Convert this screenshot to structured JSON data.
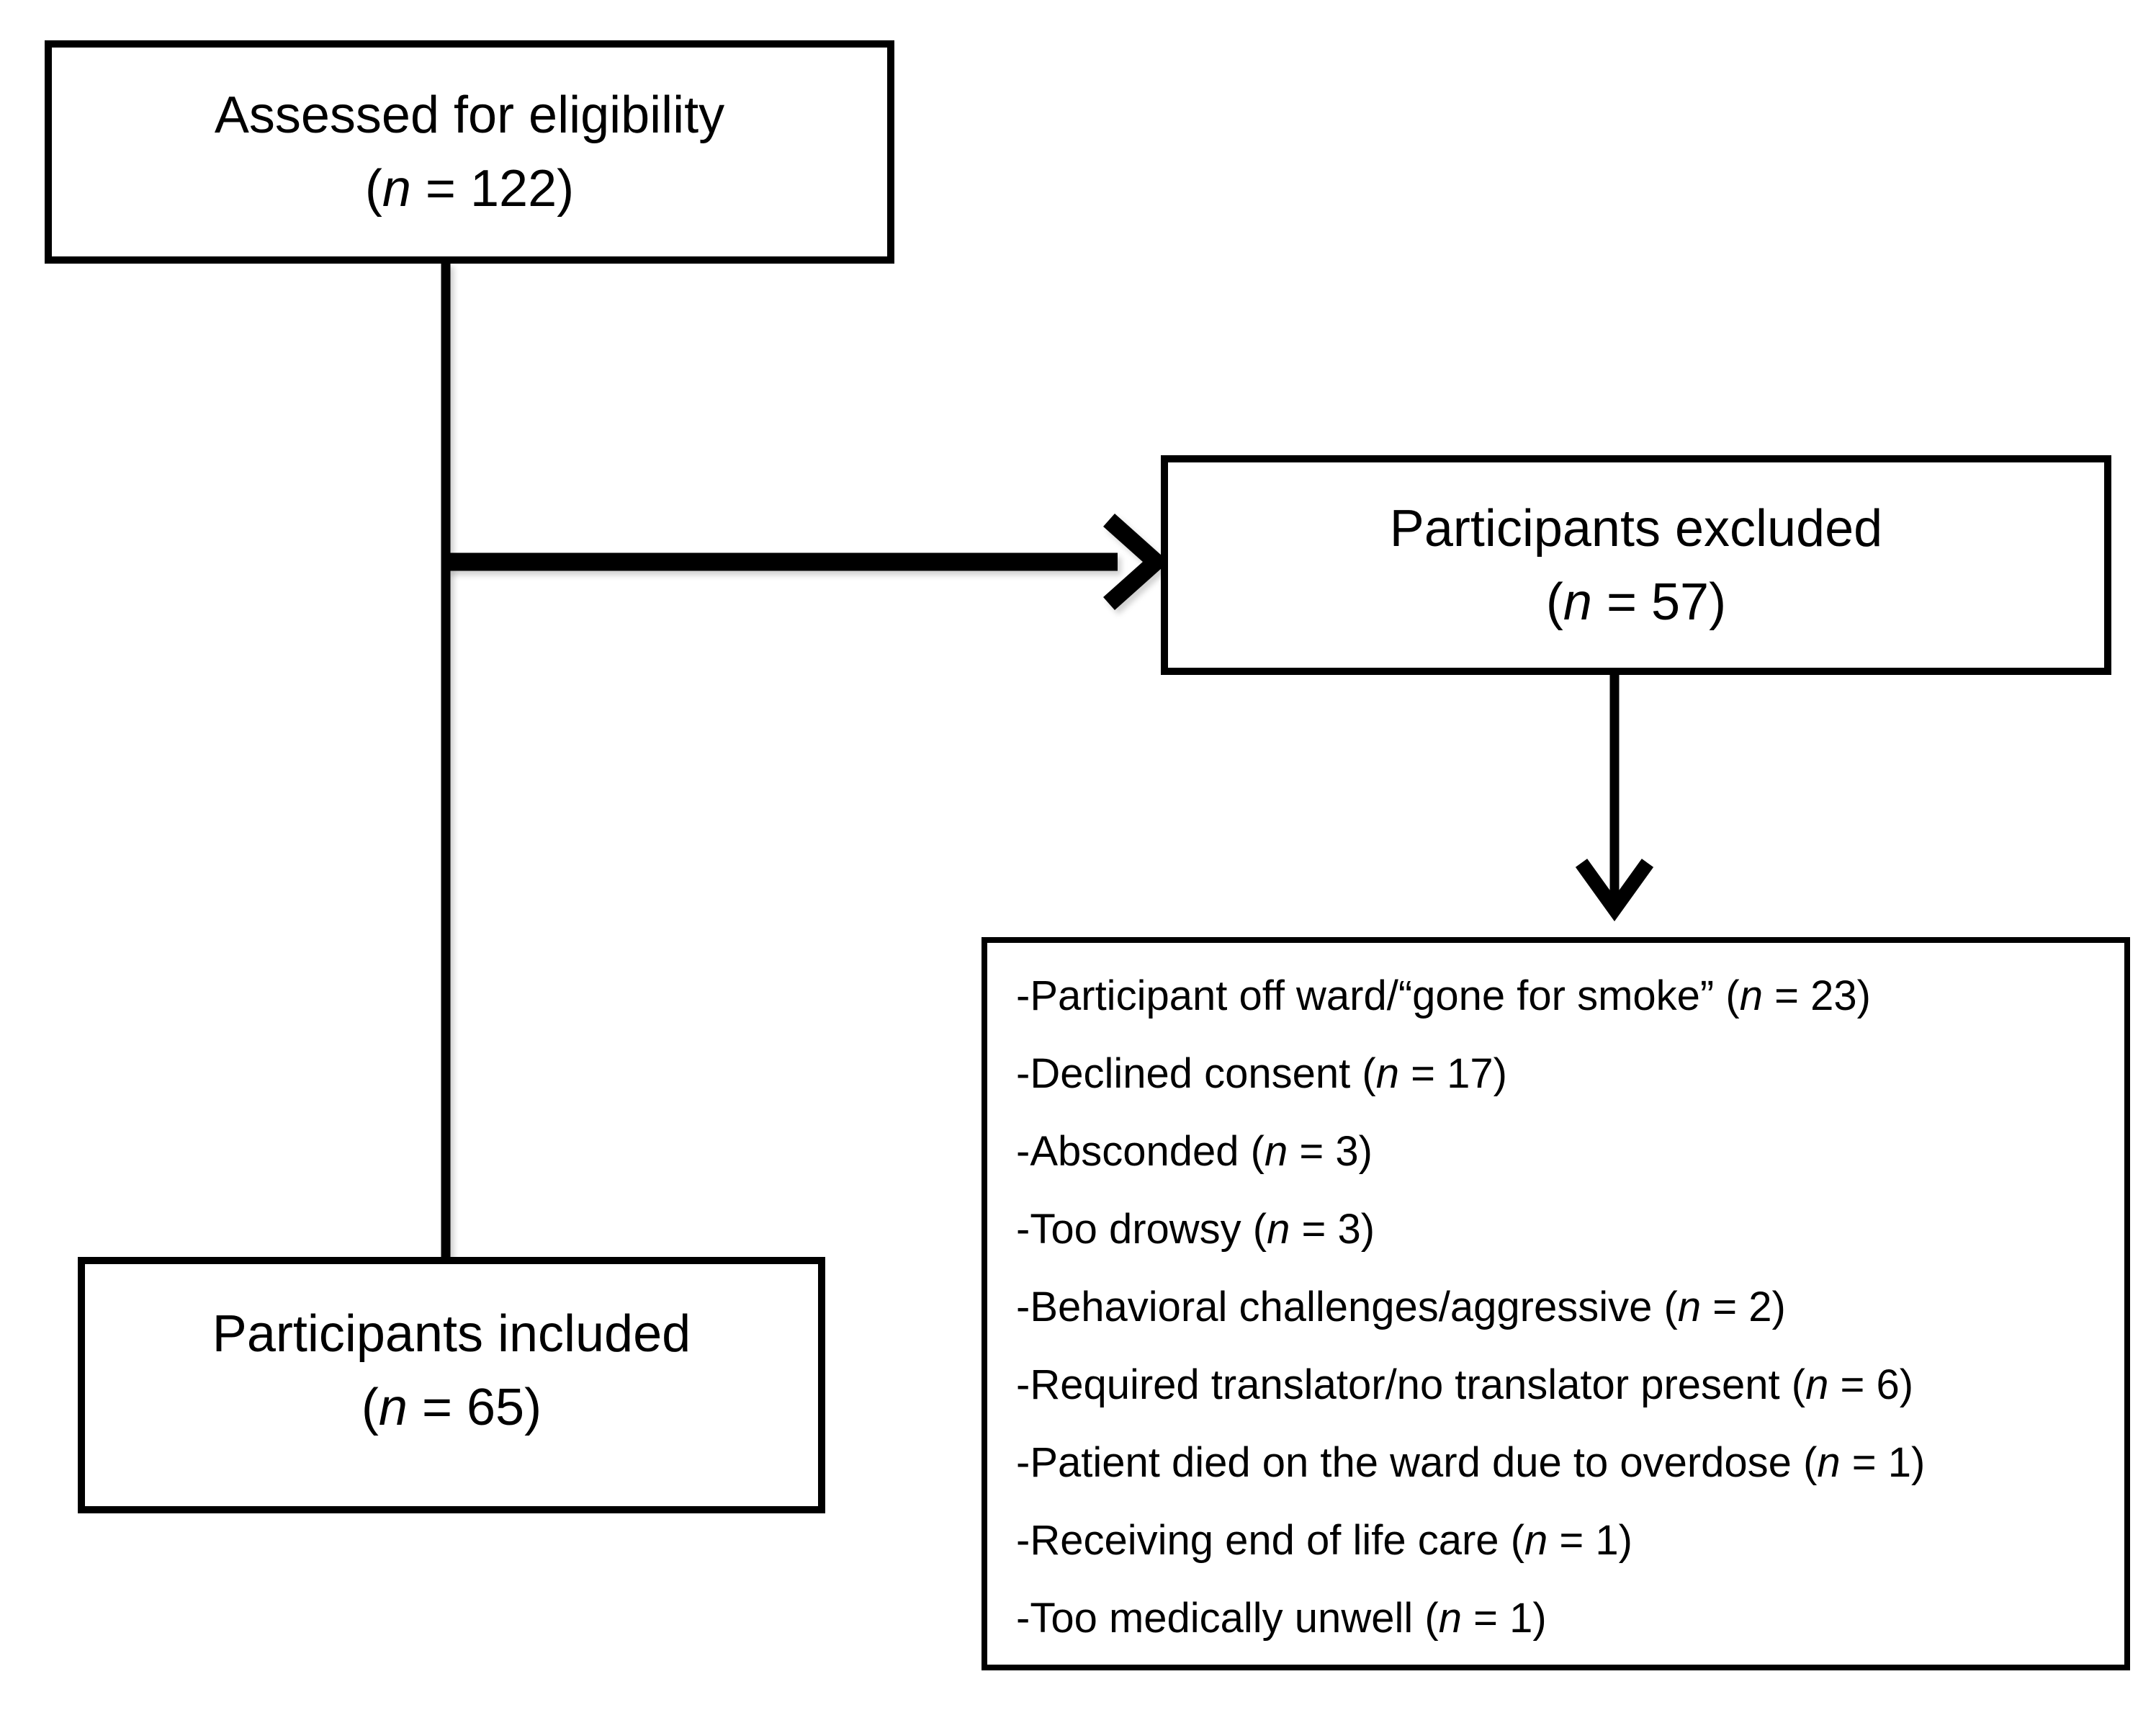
{
  "n_format": {
    "sep": " ",
    "open": "(",
    "var": "n",
    "eq": " = ",
    "close": ")"
  },
  "boxes": {
    "assessed": {
      "label": "Assessed for eligibility",
      "n": "122"
    },
    "excluded": {
      "label": "Participants excluded",
      "n": "57"
    },
    "included": {
      "label": "Participants included",
      "n": "65"
    }
  },
  "exclusion_reasons": [
    {
      "label": "-Participant off ward/“gone for smoke”",
      "n": "23"
    },
    {
      "label": "-Declined consent",
      "n": "17"
    },
    {
      "label": "-Absconded",
      "n": "3"
    },
    {
      "label": "-Too drowsy",
      "n": "3"
    },
    {
      "label": "-Behavioral challenges/aggressive",
      "n": "2"
    },
    {
      "label": "-Required translator/no translator present",
      "n": "6"
    },
    {
      "label": "-Patient died on the ward due to overdose",
      "n": "1"
    },
    {
      "label": "-Receiving end of life care",
      "n": "1"
    },
    {
      "label": "-Too medically unwell",
      "n": "1"
    }
  ],
  "colors": {
    "line": "#000000",
    "background": "#ffffff",
    "text": "#000000"
  }
}
